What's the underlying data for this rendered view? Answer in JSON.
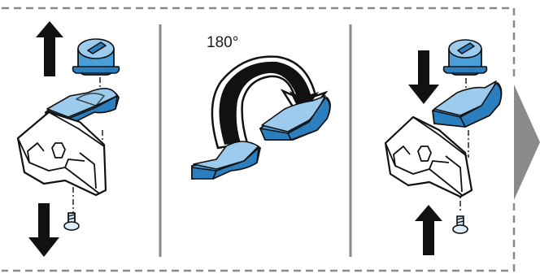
{
  "figure": {
    "step_labels": {
      "rotation": "180°"
    },
    "colors": {
      "frame_dash": "#8a8a8a",
      "divider": "#8a8a8a",
      "next_arrow": "#8a8a8a",
      "part_blue": "#4a9fd8",
      "part_blue_dark": "#2c7fbf",
      "part_blue_light": "#9ccbee",
      "outline": "#111111",
      "arrow": "#111111",
      "bracket": "#ffffff"
    },
    "icons": [
      "up-arrow",
      "down-arrow",
      "rotate-180-arrow",
      "next-step-arrow"
    ]
  }
}
